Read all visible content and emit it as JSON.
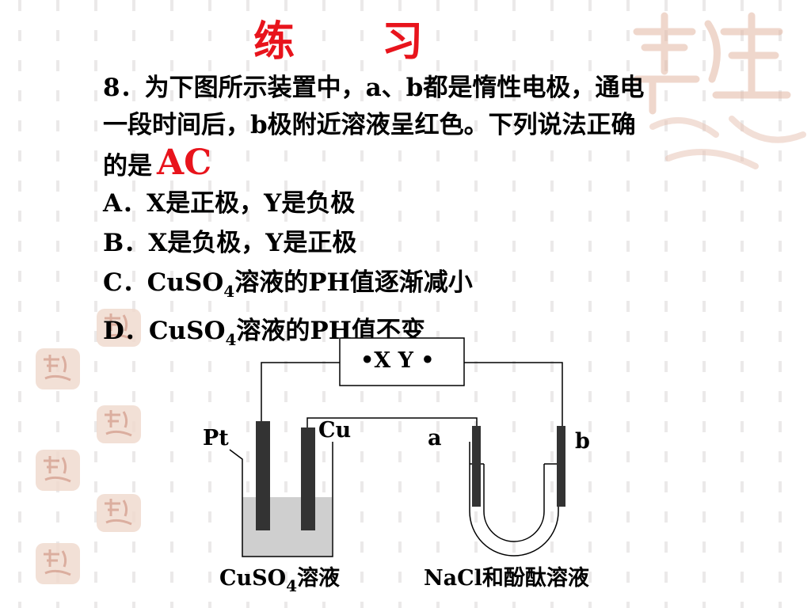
{
  "title": "练 习",
  "question": {
    "line1": "8．为下图所示装置中，a、b都是惰性电极，通电",
    "line2": "一段时间后，b极附近溶液呈红色。下列说法正确",
    "line3": "的是",
    "answer": "AC"
  },
  "options": {
    "a": "A．X是正极，Y是负极",
    "b": "B．X是负极，Y是正极",
    "c_pre": "C．CuSO",
    "c_sub": "4",
    "c_post": "溶液的PH值逐渐减小",
    "d_pre": "D．CuSO",
    "d_sub": "4",
    "d_post": "溶液的PH值不变"
  },
  "diagram": {
    "power_label": "•X Y •",
    "pt_label": "Pt",
    "cu_label": "Cu",
    "a_label": "a",
    "b_label": "b",
    "beaker_caption_pre": "CuSO",
    "beaker_caption_sub": "4",
    "beaker_caption_post": "溶液",
    "utube_caption": "NaCl和酚酞溶液"
  },
  "colors": {
    "title": "#e8141c",
    "answer": "#e8141c",
    "electrode": "#333333",
    "solution": "#cfcfcf"
  }
}
